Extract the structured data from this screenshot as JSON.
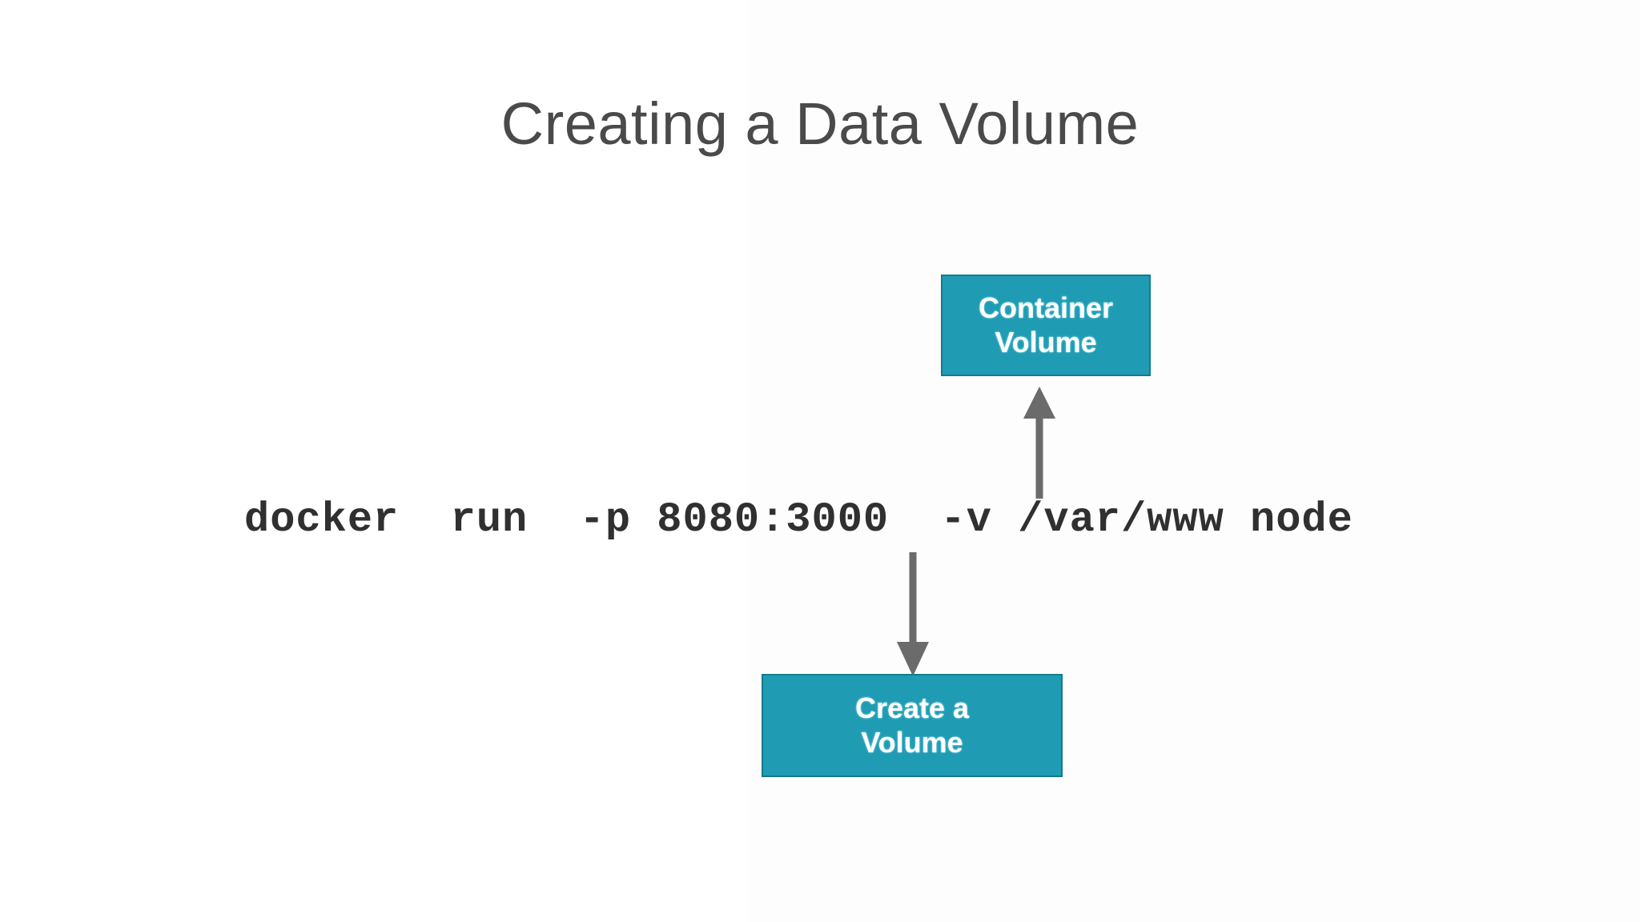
{
  "slide": {
    "title": "Creating a Data Volume",
    "background_color": "#ffffff",
    "title_color": "#4a4a4a"
  },
  "command": {
    "text": "docker  run  -p 8080:3000  -v /var/www node",
    "color": "#303030",
    "tokens": [
      "docker",
      "run",
      "-p",
      "8080:3000",
      "-v",
      "/var/www",
      "node"
    ]
  },
  "nodes": {
    "container_volume": {
      "label": "Container\nVolume",
      "fill_color": "#1f9cb4",
      "border_color": "#147a8e",
      "text_color": "#ffffff"
    },
    "create_volume": {
      "label": "Create a\nVolume",
      "fill_color": "#1f9cb4",
      "border_color": "#147a8e",
      "text_color": "#ffffff"
    }
  },
  "arrows": {
    "up": {
      "name": "arrow-up-to-container-volume",
      "direction": "up",
      "color": "#6b6b6b",
      "from": "/var/www",
      "to": "Container Volume"
    },
    "down": {
      "name": "arrow-down-to-create-volume",
      "direction": "down",
      "color": "#6b6b6b",
      "from": "-v",
      "to": "Create a Volume"
    }
  }
}
